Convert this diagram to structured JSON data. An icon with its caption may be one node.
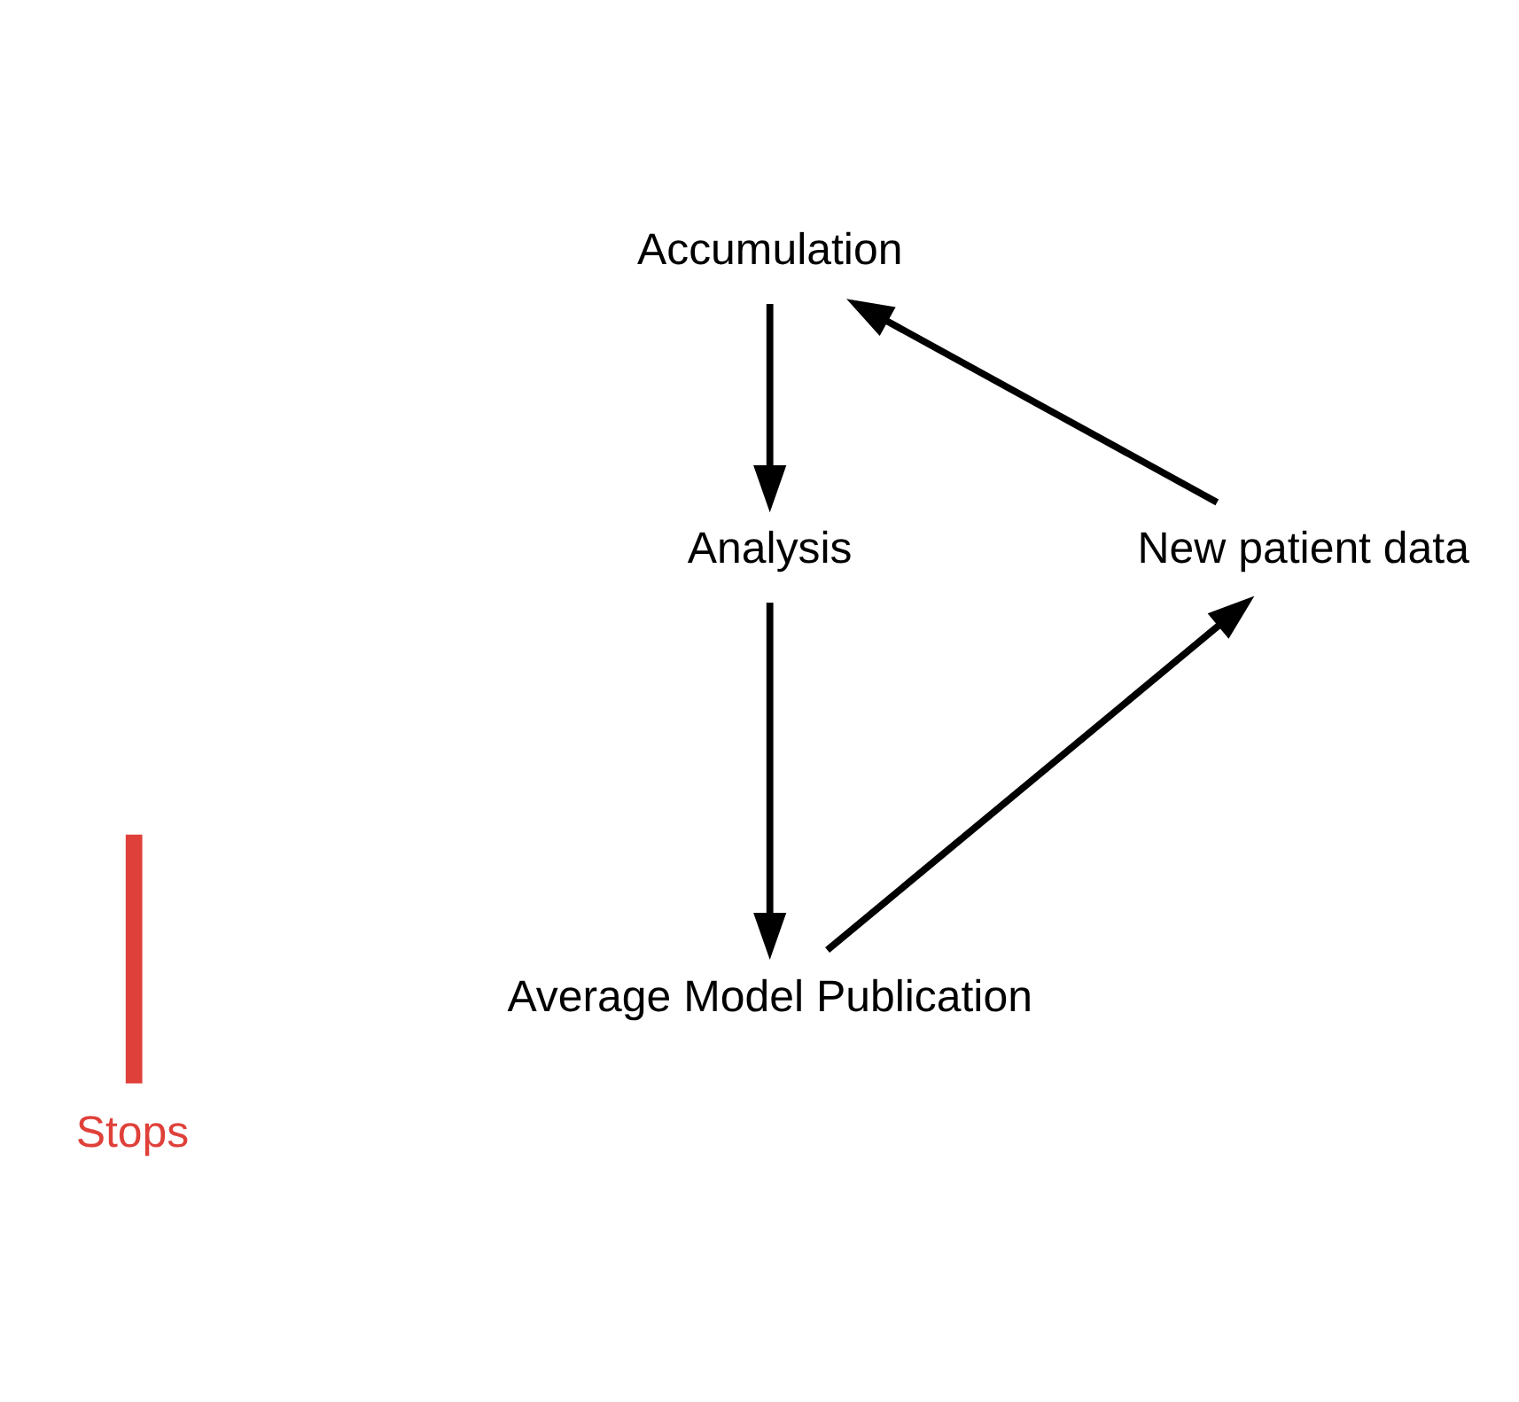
{
  "diagram": {
    "nodes": [
      {
        "text": [
          "Accumulation"
        ]
      },
      {
        "text": [
          "Analysis"
        ]
      },
      {
        "text": [
          "Average Model Publication"
        ]
      },
      {
        "text": [
          "New patient data"
        ]
      },
      {
        "text": [],
        "shape": "bar",
        "beside": [
          "Stops"
        ]
      }
    ],
    "edges": [
      {
        "from": 3,
        "to": 0,
        "arrow": "to"
      },
      {
        "from": 0,
        "to": 1,
        "arrow": "to"
      },
      {
        "from": 1,
        "to": 2,
        "arrow": "to"
      },
      {
        "from": 2,
        "to": 3,
        "arrow": "to"
      }
    ]
  }
}
